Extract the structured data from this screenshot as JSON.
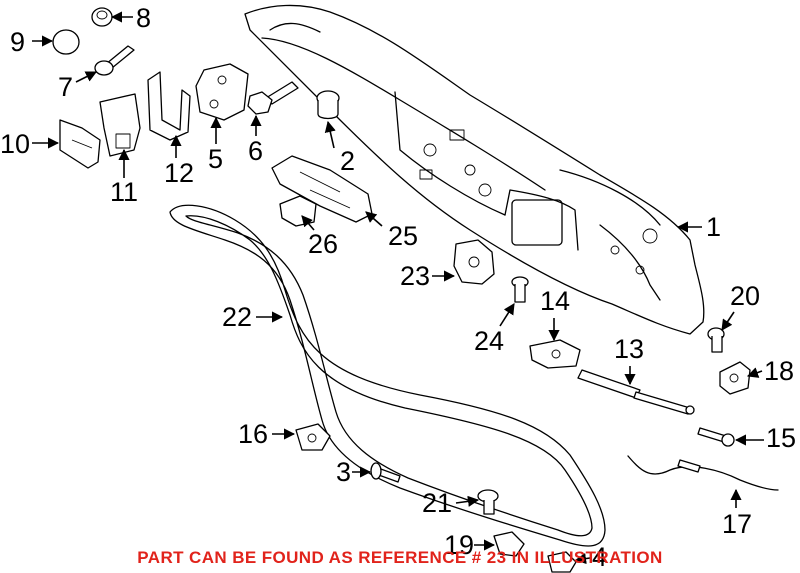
{
  "diagram": {
    "callouts": [
      "1",
      "2",
      "3",
      "4",
      "5",
      "6",
      "7",
      "8",
      "9",
      "10",
      "11",
      "12",
      "13",
      "14",
      "15",
      "16",
      "17",
      "18",
      "19",
      "20",
      "21",
      "22",
      "23",
      "24",
      "25",
      "26"
    ],
    "notice": "PART CAN BE FOUND AS REFERENCE # 23 IN ILLUSTRATION",
    "colors": {
      "notice": "#e1231b",
      "lines": "#000000",
      "background": "#ffffff"
    }
  }
}
